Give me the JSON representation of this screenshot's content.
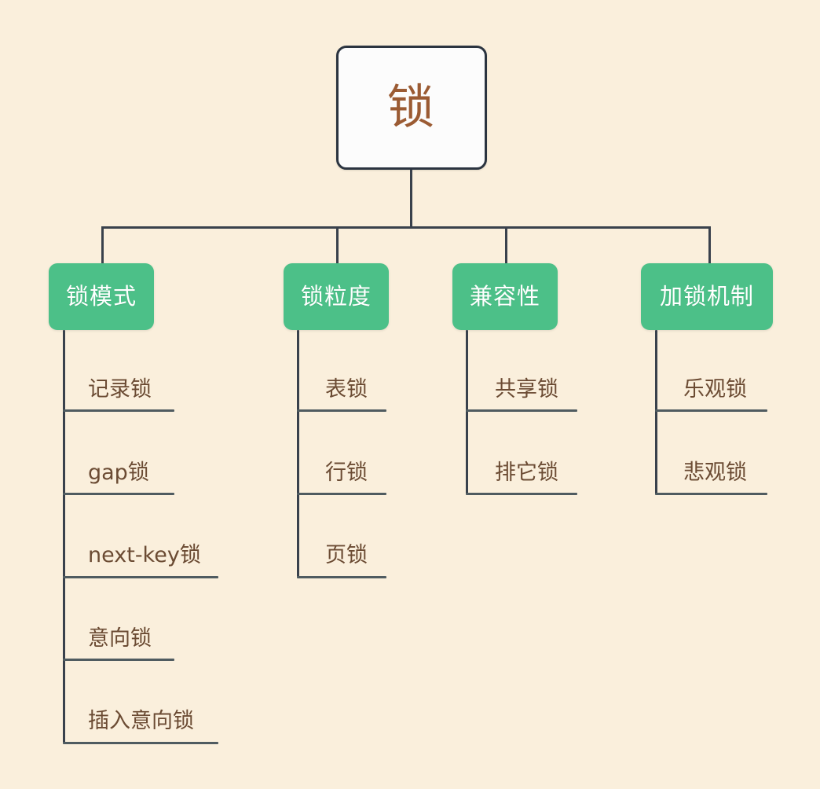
{
  "diagram": {
    "title": "锁",
    "background_color": "#faefdc",
    "root": {
      "label": "锁",
      "text_color": "#9b5b33",
      "fill_color": "#fcfcfc",
      "border_color": "#2b3440"
    },
    "branch_fill_color": "#4cc088",
    "branch_text_color": "#ffffff",
    "leaf_text_color": "#6b4b33",
    "connector_color": "#39414c",
    "branches": [
      {
        "label": "锁模式",
        "leaves": [
          {
            "label": "记录锁"
          },
          {
            "label": "gap锁"
          },
          {
            "label": "next-key锁"
          },
          {
            "label": "意向锁"
          },
          {
            "label": "插入意向锁"
          }
        ]
      },
      {
        "label": "锁粒度",
        "leaves": [
          {
            "label": "表锁"
          },
          {
            "label": "行锁"
          },
          {
            "label": "页锁"
          }
        ]
      },
      {
        "label": "兼容性",
        "leaves": [
          {
            "label": "共享锁"
          },
          {
            "label": "排它锁"
          }
        ]
      },
      {
        "label": "加锁机制",
        "leaves": [
          {
            "label": "乐观锁"
          },
          {
            "label": "悲观锁"
          }
        ]
      }
    ]
  }
}
